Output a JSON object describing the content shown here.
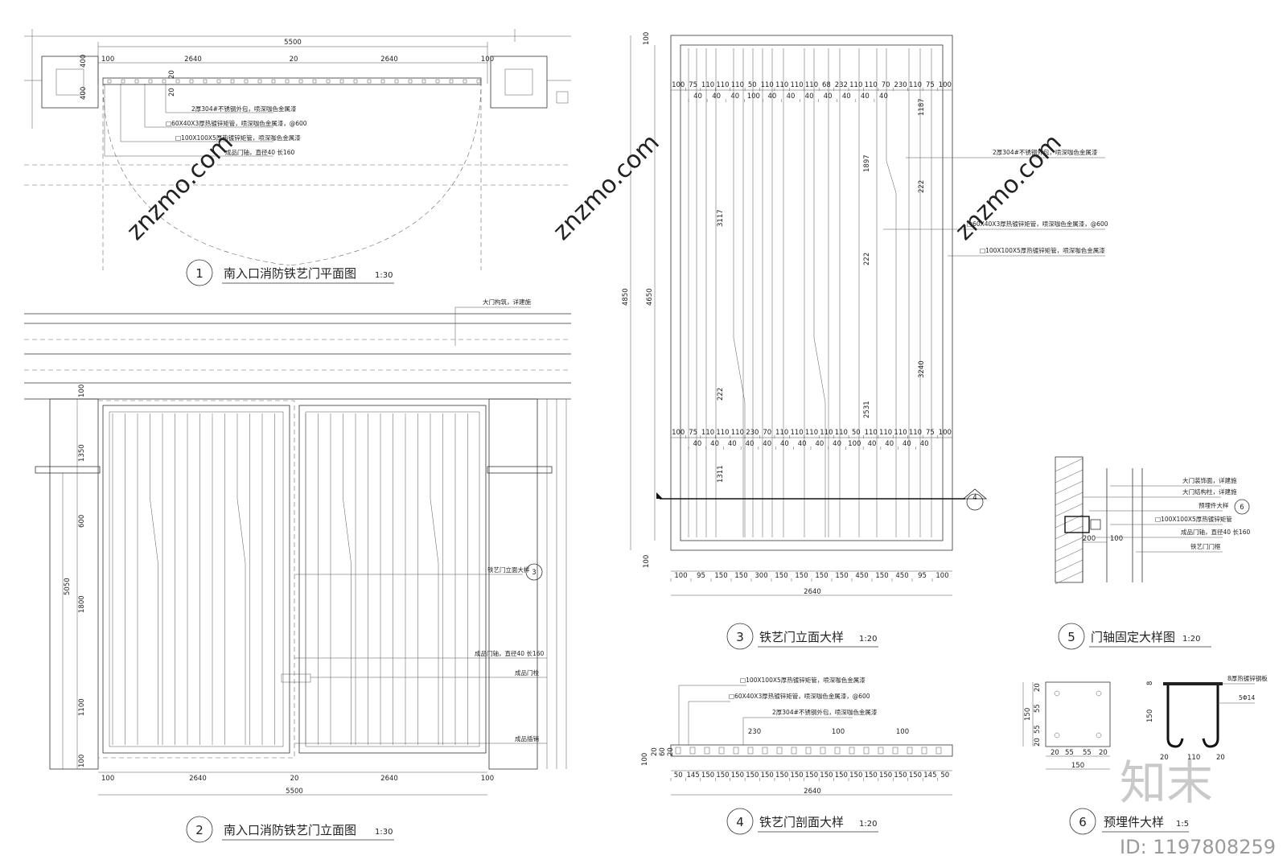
{
  "watermark": {
    "id_text": "ID: 1197808259",
    "logo": "知末"
  },
  "views": {
    "plan": {
      "num": "1",
      "title": "南入口消防铁艺门平面图",
      "scale": "1:30",
      "dims_top": [
        "5500"
      ],
      "dims_seg": [
        "100",
        "2640",
        "20",
        "2640",
        "100"
      ],
      "dims_side": [
        "400",
        "400",
        "20",
        "20"
      ],
      "notes": [
        "2厚304#不锈钢外包，喷深咖色金属漆",
        "□60X40X3厚热镀锌矩管，喷深咖色金属漆，@600",
        "□100X100X5厚热镀锌矩管，喷深咖色金属漆",
        "成品门轴，直径40 长160"
      ]
    },
    "elev": {
      "num": "2",
      "title": "南入口消防铁艺门立面图",
      "scale": "1:30",
      "dims_left": [
        "100",
        "1350",
        "600",
        "1800",
        "1100",
        "100"
      ],
      "dim_total_left": "5050",
      "dims_bottom": [
        "100",
        "2640",
        "20",
        "2640",
        "100"
      ],
      "dim_total_bottom": "5500",
      "notes": [
        "大门构筑，详建施",
        "铁艺门立面大样",
        "成品门轴，直径40 长160",
        "成品门栓",
        "成品插销"
      ],
      "ref_num": "3"
    },
    "detail3": {
      "num": "3",
      "title": "铁艺门立面大样",
      "scale": "1:20",
      "dims_top_a": [
        "100",
        "75",
        "110",
        "110",
        "110",
        "50",
        "110",
        "110",
        "110",
        "110",
        "68",
        "232",
        "110",
        "110",
        "70",
        "230",
        "110",
        "75",
        "100"
      ],
      "dims_top_b": [
        "40",
        "40",
        "40",
        "100",
        "40",
        "40",
        "40",
        "40",
        "40",
        "40",
        "40"
      ],
      "dims_mid_a": [
        "100",
        "75",
        "110",
        "110",
        "110",
        "230",
        "70",
        "110",
        "110",
        "110",
        "110",
        "110",
        "50",
        "110",
        "110",
        "110",
        "110",
        "75",
        "100"
      ],
      "dims_mid_b": [
        "40",
        "40",
        "40",
        "40",
        "40",
        "40",
        "40",
        "40",
        "40",
        "100",
        "40",
        "40",
        "40",
        "40"
      ],
      "dims_bottom": [
        "100",
        "95",
        "150",
        "150",
        "300",
        "150",
        "150",
        "150",
        "150",
        "450",
        "150",
        "450",
        "95",
        "100"
      ],
      "dim_total_bottom": "2640",
      "dims_left": [
        "100",
        "4650",
        "4850",
        "100"
      ],
      "dims_inner": [
        "3117",
        "222",
        "1311",
        "1897",
        "222",
        "2531",
        "1187",
        "222",
        "3240"
      ],
      "notes": [
        "2厚304#不锈钢外包，喷深咖色金属漆",
        "□60X40X3厚热镀锌矩管，喷深咖色金属漆，@600",
        "□100X100X5厚热镀锌矩管，喷深咖色金属漆"
      ],
      "section_ref": "4"
    },
    "detail4": {
      "num": "4",
      "title": "铁艺门剖面大样",
      "scale": "1:20",
      "notes": [
        "□100X100X5厚热镀锌矩管，喷深咖色金属漆",
        "□60X40X3厚热镀锌矩管，喷深咖色金属漆，@600",
        "2厚304#不锈钢外包，喷深咖色金属漆"
      ],
      "dims_top": [
        "230",
        "100",
        "100"
      ],
      "dims_left": [
        "100",
        "20",
        "60",
        "20"
      ],
      "dims_bottom": [
        "50",
        "145",
        "150",
        "150",
        "150",
        "150",
        "150",
        "150",
        "150",
        "150",
        "150",
        "150",
        "150",
        "150",
        "150",
        "150",
        "150",
        "145",
        "50"
      ],
      "dim_total": "2640"
    },
    "detail5": {
      "num": "5",
      "title": "门轴固定大样图",
      "scale": "1:20",
      "notes": [
        "大门装饰面，详建施",
        "大门结构柱，详建施",
        "预埋件大样",
        "□100X100X5厚热镀锌矩管",
        "成品门轴，直径40 长160",
        "铁艺门门框"
      ],
      "dims": [
        "200",
        "100"
      ],
      "ref_num": "6"
    },
    "detail6": {
      "num": "6",
      "title": "预埋件大样",
      "scale": "1:5",
      "dims_left": [
        "20",
        "55",
        "55",
        "20",
        "150"
      ],
      "dims_bottom": [
        "20",
        "55",
        "55",
        "20",
        "150"
      ],
      "dims_right": [
        "8",
        "150"
      ],
      "dims_bottom2": [
        "20",
        "110",
        "20"
      ],
      "notes": [
        "8厚热镀锌钢板",
        "5Φ14"
      ]
    }
  },
  "watermark_text": "znzmo.com"
}
